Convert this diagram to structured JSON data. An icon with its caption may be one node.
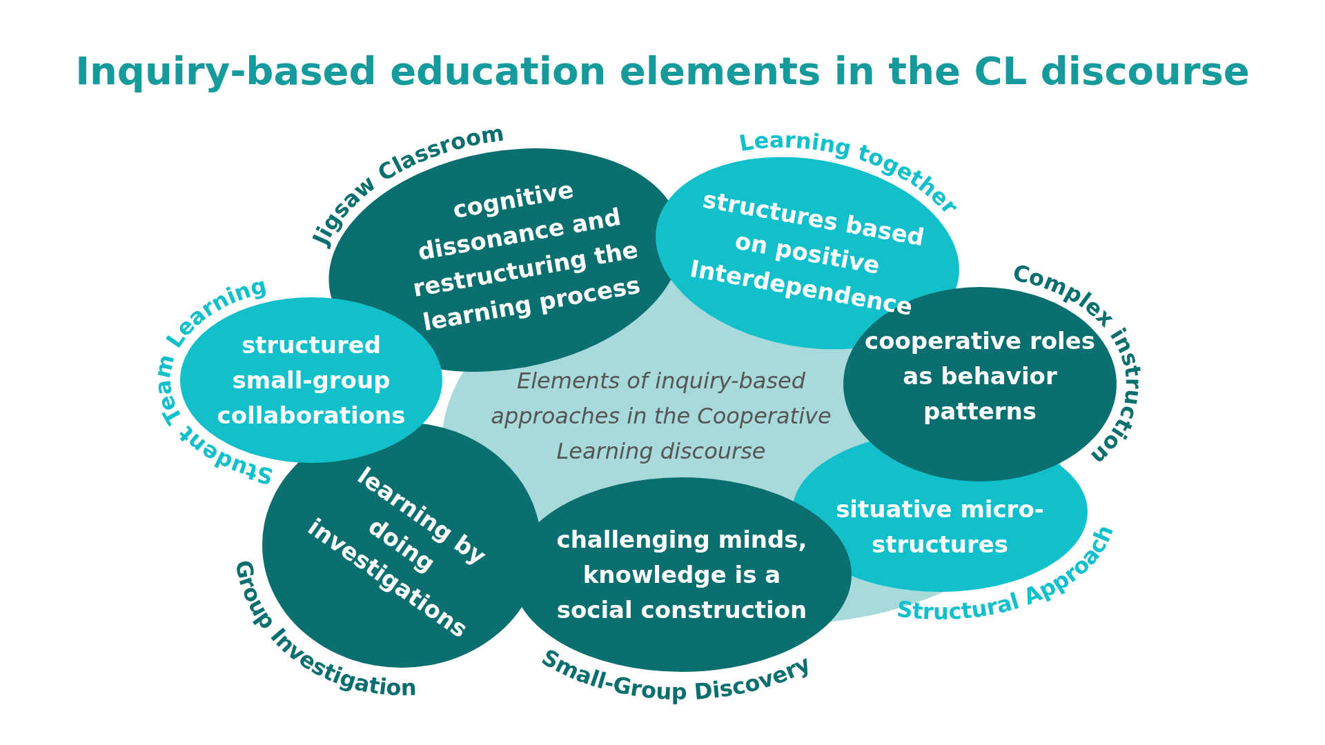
{
  "diagram": {
    "title": "Inquiry-based education elements in the CL discourse",
    "nodes": [
      {
        "text": [
          "Elements of inquiry-based approaches in the Cooperative Learning discourse"
        ]
      },
      {
        "text": [
          "Jigsaw Classroom",
          "cognitive dissonance and restructuring the learning process"
        ]
      },
      {
        "text": [
          "Learning together",
          "structures based on positive Interdependence"
        ]
      },
      {
        "text": [
          "Complex instruction",
          "cooperative roles as behavior patterns"
        ]
      },
      {
        "text": [
          "situative micro-structures",
          "Structural Approach"
        ]
      },
      {
        "text": [
          "challenging minds, knowledge is a social construction",
          "Small-Group Discovery"
        ]
      },
      {
        "text": [
          "learning by doing investigations",
          "Group Investigation"
        ]
      },
      {
        "text": [
          "Student Team Learning",
          "structured small-group collaborations"
        ]
      }
    ]
  }
}
